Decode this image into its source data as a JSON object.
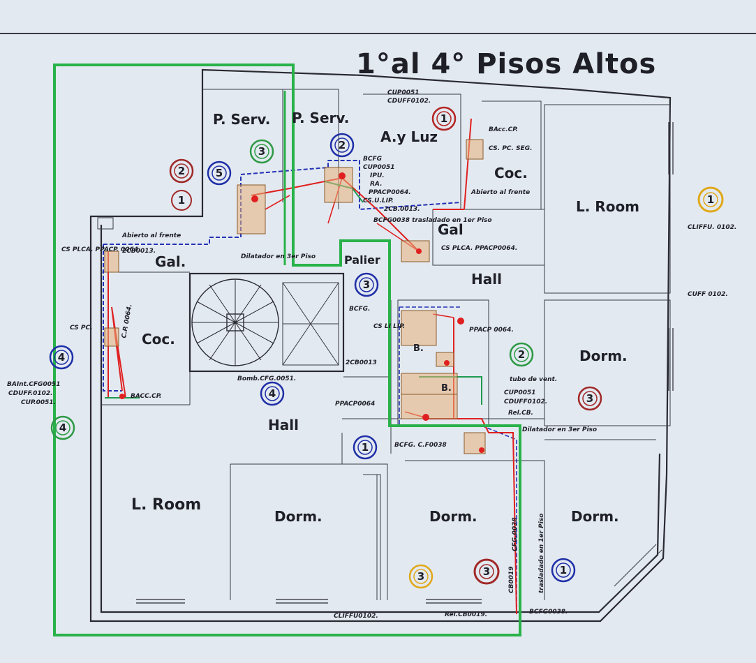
{
  "title": "1°al 4° Pisos Altos",
  "rooms": {
    "p_serv_1": "P. Serv.",
    "p_serv_2": "P. Serv.",
    "a_y_luz": "A.y Luz",
    "coc_top": "Coc.",
    "l_room_top": "L. Room",
    "gal_left": "Gal.",
    "gal_right": "Gal",
    "palier": "Palier",
    "hall_right": "Hall",
    "coc_left": "Coc.",
    "dorm_right": "Dorm.",
    "hall_center": "Hall",
    "l_room_bottom": "L. Room",
    "dorm_b1": "Dorm.",
    "dorm_b2": "Dorm.",
    "dorm_b3": "Dorm.",
    "b_1": "B.",
    "b_2": "B."
  },
  "annotations": {
    "cupo051_cduff": "CUP0051",
    "cduff0102": "CDUFF0102.",
    "bacc_cp_top": "BAcc.CP.",
    "cs_pc_seg": "CS. PC. SEG.",
    "abierto_top": "Abierto al frente",
    "abierto_left": "Abierto al frente",
    "bcfg_block": "BCFG",
    "cupo051_b": "CUP0051",
    "ipu": "IPU.",
    "ra": "RA.",
    "ppacpoo64": "PPACP0064.",
    "csulip": "CS.U.LIP.",
    "cb0013_top": "2CB.0013.",
    "bcfgtrasl": "BCFG0038 trasladado en 1er Piso",
    "cliffu_right": "CLIFFU. 0102.",
    "cuff_right": "CUFF 0102.",
    "cs_plca_left": "CS PLCA. PPACP. 0064.",
    "cb0013_gal": "2CB0013.",
    "dilatador_top": "Dilatador en 3er Piso",
    "cs_plca_right": "CS PLCA. PPACP0064.",
    "cs_pc_left": "CS PC.",
    "cp0064": "C.P. 0064.",
    "bcfg_mid": "BCFG.",
    "cs_li_lip": "CS LI LIP.",
    "ppacp_right": "PPACP 0064.",
    "cb0013_mid": "2CB0013",
    "tubo_vent": "tubo de vent.",
    "cupo051_right": "CUP0051",
    "cduff_right": "CDUFF0102.",
    "rel_cb": "Rel.CB.",
    "dilatador_mid": "Dilatador en 3er Piso",
    "bomb": "Bomb.CFG.0051.",
    "bacc_cp_left": "BACC.CP.",
    "bain_left": "BAInt.CFG0051",
    "cduff_left": "CDUFF.0102.",
    "cupo051_left": "CUP.0051.",
    "ppacp_hall": "PPACP0064",
    "bcfg_bottom": "BCFG. C.F0038",
    "cfg_vertical": "CFG.0038",
    "cb0019": "CB0019",
    "traslado_vertical": "trasladado en 1er Piso",
    "cliffu_bottom": "CLIFFU0102.",
    "rel_cb0019": "Rel.CB0019.",
    "bcfgoo38": "BCFG0038."
  },
  "markers": [
    {
      "n": "1",
      "color": "#b32424"
    },
    {
      "n": "2",
      "color": "#1f2fa8"
    },
    {
      "n": "3",
      "color": "#2d9a45"
    },
    {
      "n": "5",
      "color": "#1f2fa8"
    },
    {
      "n": "2",
      "color": "#a02828"
    },
    {
      "n": "1",
      "color": "#a02828"
    },
    {
      "n": "1",
      "color": "#e0a81a"
    },
    {
      "n": "3",
      "color": "#1f2fa8"
    },
    {
      "n": "4",
      "color": "#1f2fa8"
    },
    {
      "n": "2",
      "color": "#2d9a45"
    },
    {
      "n": "3",
      "color": "#a02828"
    },
    {
      "n": "4",
      "color": "#1f2fa8"
    },
    {
      "n": "4",
      "color": "#2d9a45"
    },
    {
      "n": "1",
      "color": "#1f2fa8"
    },
    {
      "n": "3",
      "color": "#e0a81a"
    },
    {
      "n": "3",
      "color": "#a02828"
    },
    {
      "n": "1",
      "color": "#1f2fa8"
    }
  ],
  "colors": {
    "boundary": "#29b24a",
    "pipe_red": "#e02020",
    "pipe_blue": "#2333b5",
    "pipe_green": "#1d9a50",
    "fixture": "#e8b07a"
  }
}
